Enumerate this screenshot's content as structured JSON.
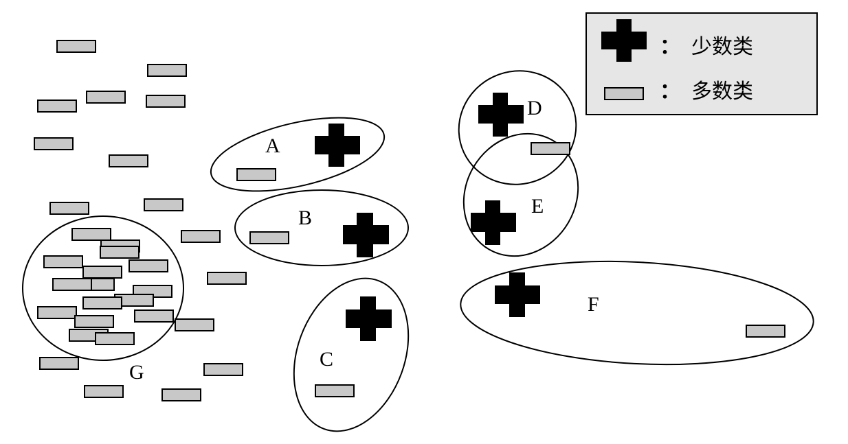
{
  "colors": {
    "minority": "#000000",
    "majority_fill": "#c8c8c8",
    "legend_bg": "#e6e6e6",
    "stroke": "#000000"
  },
  "legend": {
    "minority": {
      "icon": "cross-icon",
      "colon": "：",
      "label": "少数类"
    },
    "majority": {
      "icon": "rectangle-icon",
      "colon": "：",
      "label": "多数类"
    }
  },
  "clusters": [
    {
      "id": "A",
      "label": "A"
    },
    {
      "id": "B",
      "label": "B"
    },
    {
      "id": "C",
      "label": "C"
    },
    {
      "id": "D",
      "label": "D"
    },
    {
      "id": "E",
      "label": "E"
    },
    {
      "id": "F",
      "label": "F"
    },
    {
      "id": "G",
      "label": "G"
    }
  ]
}
